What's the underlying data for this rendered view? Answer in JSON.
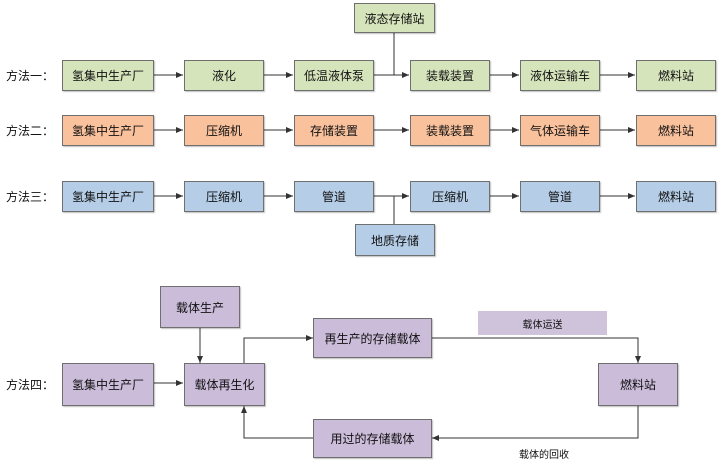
{
  "colors": {
    "method1": "#d6e4bc",
    "method2": "#f9c19c",
    "method3": "#b5cde6",
    "method4": "#cbbcda",
    "line": "#333333"
  },
  "method1": {
    "label": "方法一：",
    "top_box": "液态存储站",
    "boxes": [
      "氢集中生产厂",
      "液化",
      "低温液体泵",
      "装载装置",
      "液体运输车",
      "燃料站"
    ]
  },
  "method2": {
    "label": "方法二：",
    "boxes": [
      "氢集中生产厂",
      "压缩机",
      "存储装置",
      "装载装置",
      "气体运输车",
      "燃料站"
    ]
  },
  "method3": {
    "label": "方法三：",
    "bottom_box": "地质存储",
    "boxes": [
      "氢集中生产厂",
      "压缩机",
      "管道",
      "压缩机",
      "管道",
      "燃料站"
    ]
  },
  "method4": {
    "label": "方法四：",
    "carrier_production": "载体生产",
    "plant": "氢集中生产厂",
    "regeneration": "载体再生化",
    "regenerated_carrier": "再生产的存储载体",
    "transport_label": "载体运送",
    "station": "燃料站",
    "used_carrier": "用过的存储载体",
    "return_label": "载体的回收"
  }
}
